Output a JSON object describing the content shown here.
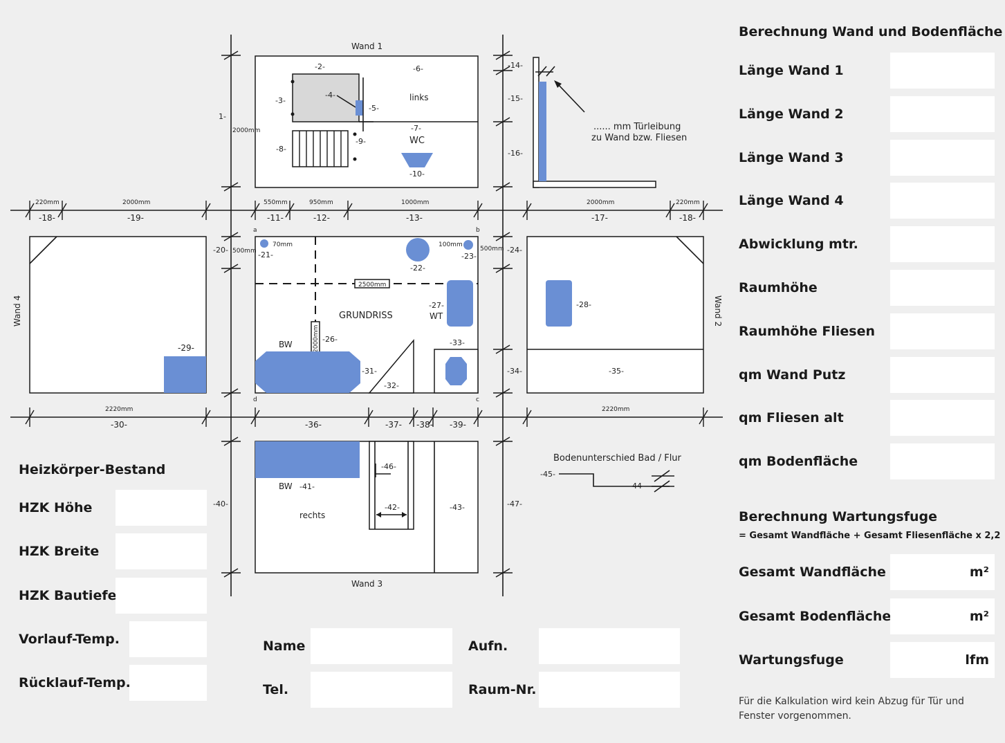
{
  "calc": {
    "title": "Berechnung Wand und Bodenfläche",
    "rows": [
      "Länge Wand 1",
      "Länge Wand 2",
      "Länge Wand 3",
      "Länge Wand 4",
      "Abwicklung mtr.",
      "Raumhöhe",
      "Raumhöhe Fliesen",
      "qm Wand Putz",
      "qm Fliesen alt",
      "qm Bodenfläche"
    ]
  },
  "fuge": {
    "title": "Berechnung Wartungsfuge",
    "formula": "= Gesamt Wandfläche + Gesamt Fliesenfläche x 2,2",
    "rows": [
      {
        "label": "Gesamt Wandfläche",
        "unit": "m²"
      },
      {
        "label": "Gesamt Bodenfläche",
        "unit": "m²"
      },
      {
        "label": "Wartungsfuge",
        "unit": "lfm"
      }
    ],
    "note": "Für die Kalkulation wird kein Abzug für Tür und Fenster vorgenommen."
  },
  "heiz": {
    "title": "Heizkörper-Bestand",
    "rows": [
      "HZK Höhe",
      "HZK Breite",
      "HZK Bautiefe",
      "Vorlauf-Temp.",
      "Rücklauf-Temp."
    ]
  },
  "contact": {
    "name": "Name",
    "aufn": "Aufn.",
    "tel": "Tel.",
    "raum": "Raum-Nr."
  },
  "plan": {
    "wall1": "Wand 1",
    "wall2": "Wand 2",
    "wall3": "Wand 3",
    "wall4": "Wand 4",
    "grundriss": "GRUNDRISS",
    "links": "links",
    "rechts": "rechts",
    "wc": "WC",
    "bw": "BW",
    "wt": "WT",
    "tuer_line1": "...... mm Türleibung",
    "tuer_line2": "zu Wand bzw. Fliesen",
    "boden_title": "Bodenunterschied Bad / Flur",
    "mm2000": "2000mm",
    "mm2220": "2220mm",
    "mm220": "220mm",
    "mm550": "550mm",
    "mm950": "950mm",
    "mm1000": "1000mm",
    "mm500": "500mm",
    "mm70": "70mm",
    "mm100": "100mm",
    "mm2500": "2500mm",
    "corner_a": "a",
    "corner_b": "b",
    "corner_c": "c",
    "corner_d": "d",
    "n1": "1-",
    "n2": "-2-",
    "n3": "-3-",
    "n4": "-4-",
    "n5": "-5-",
    "n6": "-6-",
    "n7": "-7-",
    "n8": "-8-",
    "n9": "-9-",
    "n10": "-10-",
    "n11": "-11-",
    "n12": "-12-",
    "n13": "-13-",
    "n14": "-14-",
    "n15": "-15-",
    "n16": "-16-",
    "n17": "-17-",
    "n18": "-18-",
    "n19": "-19-",
    "n20": "-20-",
    "n21": "-21-",
    "n22": "-22-",
    "n23": "-23-",
    "n24": "-24-",
    "n26": "-26-",
    "n27": "-27-",
    "n28": "-28-",
    "n29": "-29-",
    "n30": "-30-",
    "n31": "-31-",
    "n32": "-32-",
    "n33": "-33-",
    "n34": "-34-",
    "n35": "-35-",
    "n36": "-36-",
    "n37": "-37-",
    "n38": "-38-",
    "n39": "-39-",
    "n40": "-40-",
    "n41": "-41-",
    "n42": "-42-",
    "n43": "-43-",
    "n44": "-44-",
    "n45": "-45-",
    "n46": "-46-",
    "n47": "-47-"
  },
  "colors": {
    "blue": "#6a8fd4",
    "bg": "#efefef",
    "panel": "#ffffff",
    "line": "#1a1a1a"
  }
}
